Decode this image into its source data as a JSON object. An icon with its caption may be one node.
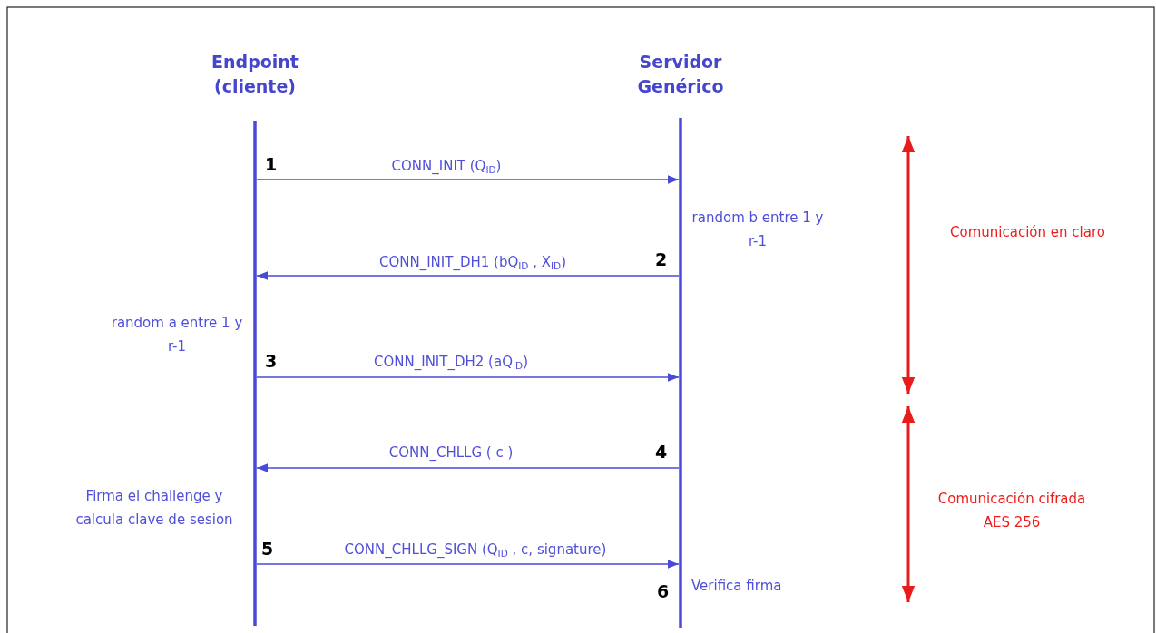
{
  "diagram": {
    "nodes": [
      {
        "text": [
          "Endpoint (cliente)"
        ]
      },
      {
        "text": [
          "Servidor Genérico"
        ]
      }
    ],
    "edges": [
      {
        "from": 0,
        "to": 1,
        "arrow": "to",
        "label": "CONN_INIT (Q$_{ID}$)"
      },
      {
        "from": 1,
        "to": 0,
        "arrow": "to",
        "label": "CONN_INIT_DH1 (bQ$_{ID}$ , X$_{ID}$)"
      },
      {
        "from": 0,
        "to": 1,
        "arrow": "to",
        "label": "CONN_INIT_DH2 (aQ$_{ID}$)"
      },
      {
        "from": 1,
        "to": 0,
        "arrow": "to",
        "label": "CONN_CHLLG ( c )"
      },
      {
        "from": 0,
        "to": 1,
        "arrow": "to",
        "label": "CONN_CHLLG_SIGN (Q$_{ID}$ , c, signature)"
      }
    ],
    "labels": [
      "1",
      "random b entre 1 y r-1",
      "2",
      "random a entre 1 y r-1",
      "3",
      "4",
      "Firma el challenge y calcula clave de sesion",
      "5",
      "6",
      "Verifica firma",
      "Comunicación en claro",
      "Comunicación cifrada AES 256"
    ]
  }
}
